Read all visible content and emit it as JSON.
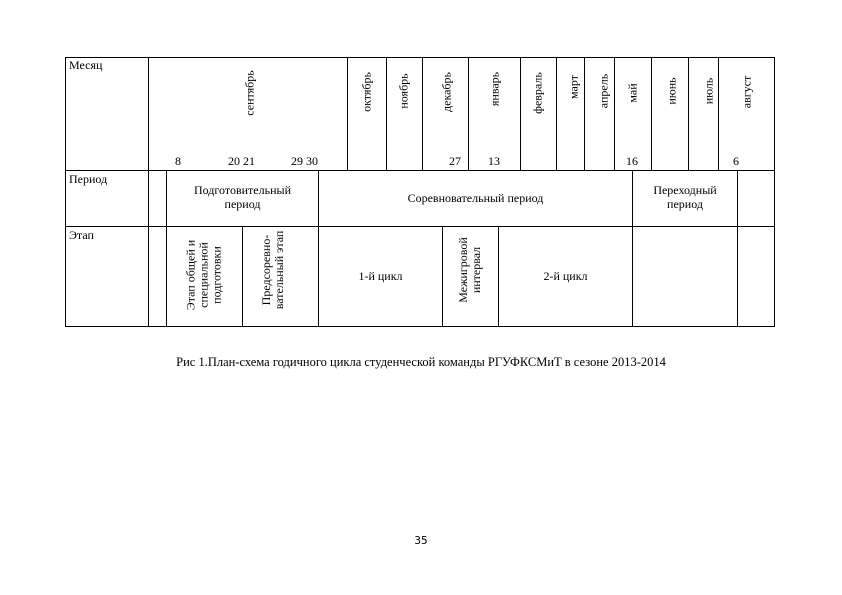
{
  "table": {
    "row_labels": {
      "month": "Месяц",
      "period": "Период",
      "stage": "Этап"
    },
    "months": {
      "sep": "сентябрь",
      "oct": "октябрь",
      "nov": "ноябрь",
      "dec": "декабрь",
      "jan": "январь",
      "feb": "февраль",
      "mar": "март",
      "apr": "апрель",
      "may": "май",
      "jun": "июнь",
      "jul": "июль",
      "aug": "август"
    },
    "dates": {
      "d8": "8",
      "d20_21": "20 21",
      "d29_30": "29 30",
      "d27": "27",
      "d13": "13",
      "d16": "16",
      "d6": "6"
    },
    "periods": {
      "prep": [
        "Подготовительный",
        "период"
      ],
      "comp": "Соревновательный период",
      "trans": [
        "Переходный",
        "период"
      ]
    },
    "stages": {
      "general": [
        "Этап общей и",
        "специальной",
        "подготовки"
      ],
      "precomp": [
        "Предсоревно-",
        "вательный этап"
      ],
      "cycle1": "1-й цикл",
      "interval": [
        "Межигровой",
        "интервал"
      ],
      "cycle2": "2-й цикл"
    }
  },
  "caption": "Рис 1.План-схема годичного цикла студенческой команды РГУФКСМиТ в сезоне 2013-2014",
  "page_number": "35"
}
